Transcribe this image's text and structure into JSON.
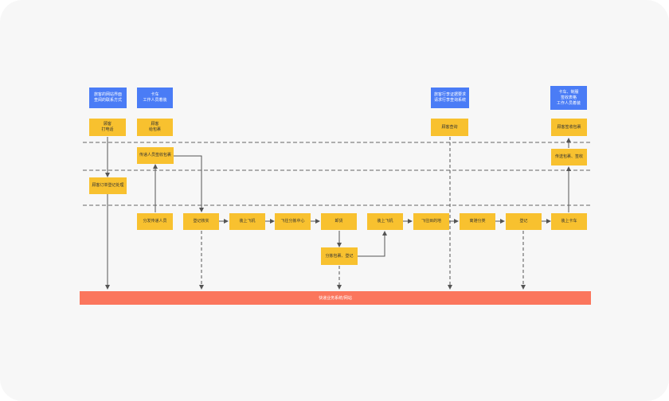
{
  "blue_notes": {
    "n1": "旅客的网站界面\n查阅的联系方式",
    "n2": "卡车\n工作人员着装",
    "n3": "旅客行李证据要求\n请求行李查询系统",
    "n4": "卡车、制服\n签收表格\n工作人员着装"
  },
  "steps": {
    "s1": "顾客\n打电话",
    "s2": "顾客\n给包裹",
    "s3": "传递人员签收包裹",
    "s4": "顾客订单登记处理",
    "s5": "分发传递人员",
    "s6": "登记核实",
    "s7": "装上飞机",
    "s8": "飞往分拣中心",
    "s9": "卸货",
    "s10": "分拣包裹、登记",
    "s11": "装上飞机",
    "s12": "飞往目的地",
    "s13": "离港分类",
    "s14": "登记",
    "s15": "装上卡车",
    "s16": "传送包裹、签收",
    "s17": "顾客签收包裹",
    "s18": "顾客查询"
  },
  "bottom_bar": "快递业务系统/网站",
  "colors": {
    "blue": "#4a7cf6",
    "yellow": "#f8c12f",
    "bar": "#fb765d",
    "line": "#555555"
  }
}
